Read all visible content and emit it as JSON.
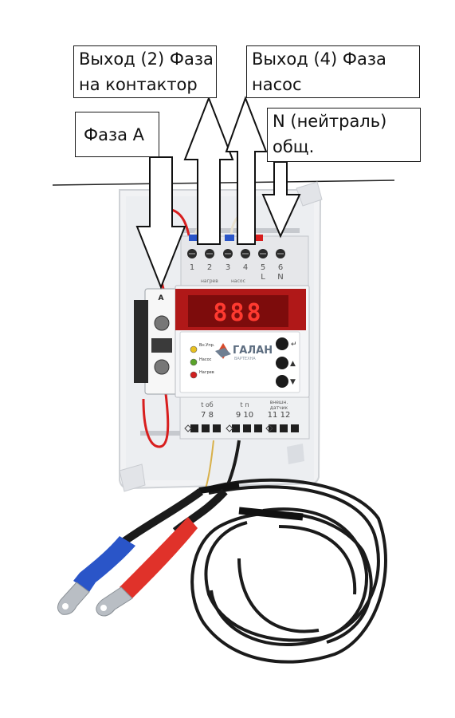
{
  "callouts": {
    "output2": "Выход (2) Фаза\nна контактор",
    "output4": "Выход (4) Фаза\nнасос",
    "phaseA": "Фаза А",
    "neutral": "N (нейтраль)\nобщ."
  },
  "device": {
    "display": "888",
    "brand": "ГАЛАН",
    "brand_sub": "ВАРТЕХНА",
    "breaker_label": "A",
    "top_terminal_numbers": [
      "1",
      "2",
      "3",
      "4",
      "5",
      "6"
    ],
    "top_terminal_letters": [
      "L",
      "N"
    ],
    "top_group_label": "нагрев",
    "top_group_label2": "насос",
    "leds": [
      {
        "label": "Вн.Упр.",
        "color": "#e8c020"
      },
      {
        "label": "Насос",
        "color": "#5aa32a"
      },
      {
        "label": "Нагрев",
        "color": "#d02020"
      }
    ],
    "bottom_groups": [
      {
        "label": "t об",
        "numbers": "7  8"
      },
      {
        "label": "t п",
        "numbers": "9 10"
      },
      {
        "label": "внешн.\nдатчик",
        "numbers": "11 12"
      }
    ]
  },
  "colors": {
    "display_bg": "#b01818",
    "display_digits": "#ff3a30",
    "wire_red": "#d81e1e",
    "lug_blue": "#2a55c8",
    "lug_red": "#e0322a",
    "cable": "#1b1b1b"
  }
}
